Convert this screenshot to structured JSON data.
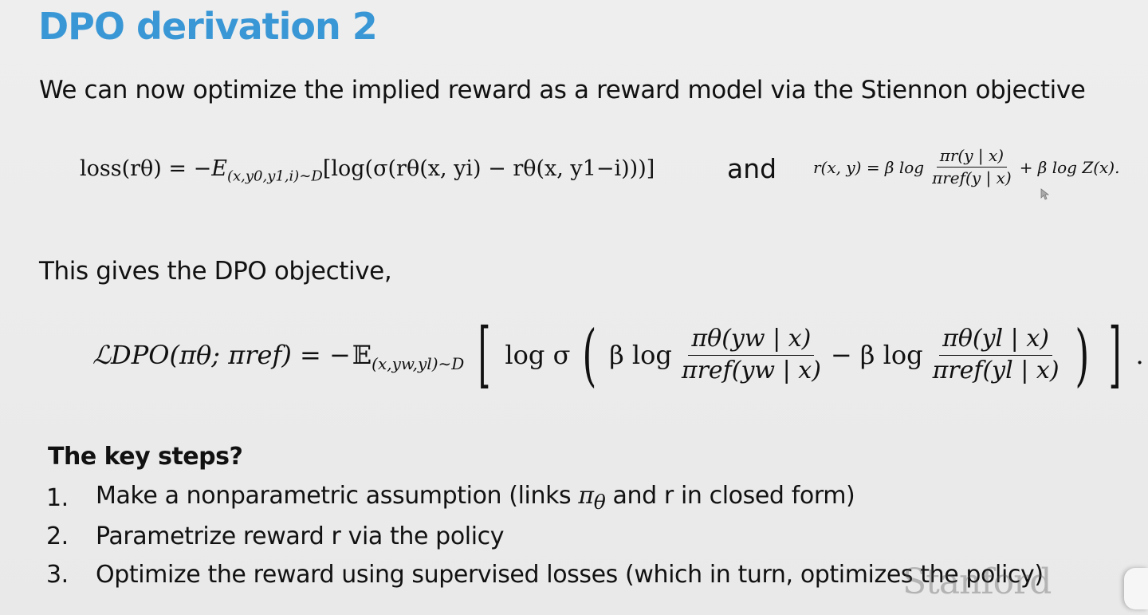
{
  "slide": {
    "title": "DPO derivation 2",
    "intro": "We can now optimize the implied reward as a reward model via the Stiennon objective",
    "and_word": "and",
    "gives_text": "This gives the DPO objective,",
    "steps_heading": "The key steps?",
    "steps": [
      {
        "number": "1.",
        "text_before": "Make a nonparametric assumption (links ",
        "symbol": "π",
        "subscript": "θ",
        "text_after": " and r in closed form)"
      },
      {
        "number": "2.",
        "text": "Parametrize reward r via the policy"
      },
      {
        "number": "3.",
        "text": "Optimize the reward using supervised losses (which in turn, optimizes the policy)"
      }
    ],
    "watermark": "Stanford"
  },
  "equations": {
    "eq1_loss": {
      "lhs": "loss(rθ) = −",
      "expect": "E",
      "expect_sub": "(x,y0,y1,i)∼D",
      "body": "[log(σ(rθ(x, yi) − rθ(x, y1−i)))]"
    },
    "eq2_reward": {
      "lhs": "r(x, y) = β log",
      "numerator": "πr(y | x)",
      "denominator": "πref(y | x)",
      "rhs": "+ β log Z(x)."
    },
    "eq3_dpo": {
      "lhs": "ℒDPO(πθ; πref) = −",
      "expect": "𝔼",
      "expect_sub": "(x,yw,yl)∼D",
      "log_sigma": "log σ",
      "beta_log_1": "β log",
      "frac1_num": "πθ(yw | x)",
      "frac1_den": "πref(yw | x)",
      "minus_beta_log": "− β log",
      "frac2_num": "πθ(yl | x)",
      "frac2_den": "πref(yl | x)",
      "period": "."
    }
  },
  "colors": {
    "title": "#3a97d6",
    "text": "#111111",
    "background": "#ececec"
  }
}
